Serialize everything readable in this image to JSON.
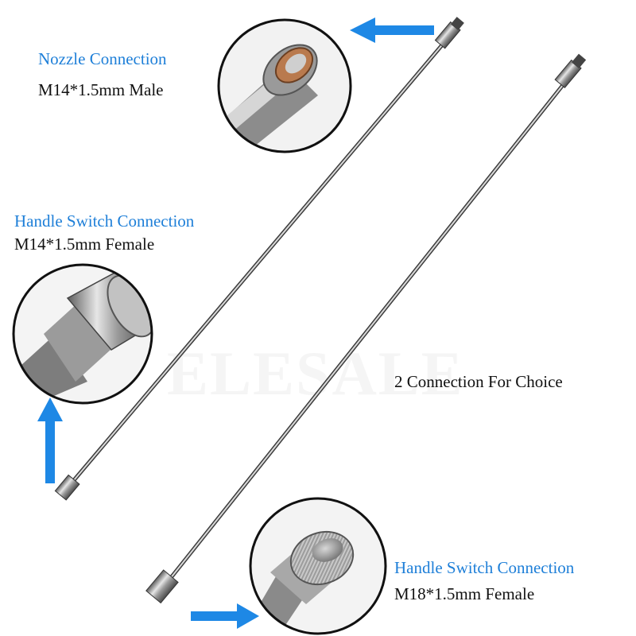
{
  "watermark": "ELESALE",
  "labels": {
    "nozzle_title": "Nozzle Connection",
    "nozzle_spec": "M14*1.5mm Male",
    "handle_a_title": "Handle Switch Connection",
    "handle_a_spec": "M14*1.5mm Female",
    "choice_text": "2 Connection For Choice",
    "handle_b_title": "Handle Switch Connection",
    "handle_b_spec": "M18*1.5mm Female"
  },
  "colors": {
    "label_blue": "#1e7fd8",
    "arrow_blue": "#1e88e5",
    "text_black": "#111111",
    "steel": "#a9a9a9"
  },
  "icons": [
    "arrow-left-icon",
    "arrow-up-icon",
    "arrow-right-icon"
  ]
}
